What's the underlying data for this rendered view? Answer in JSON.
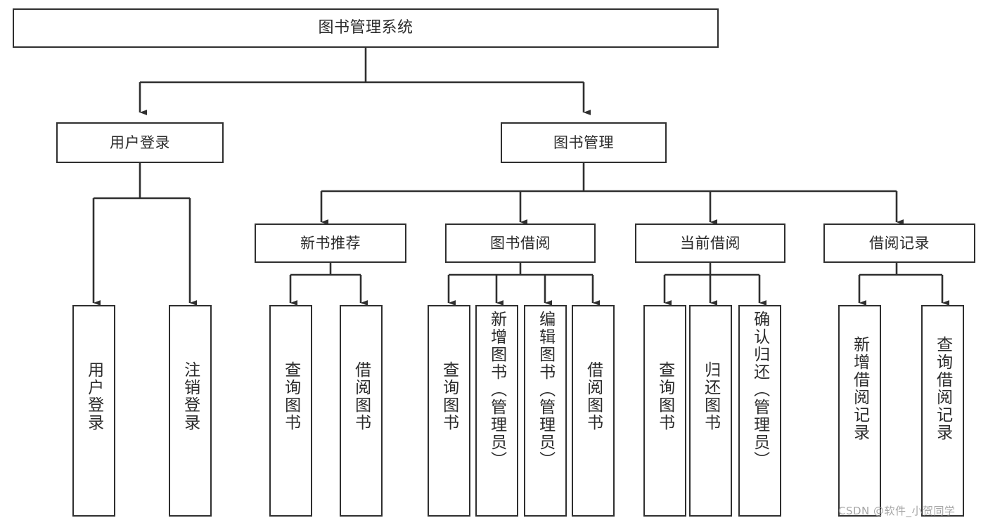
{
  "diagram": {
    "title": "图书管理系统",
    "type": "hierarchy-tree",
    "orientation": "top-down",
    "line_color": "#2f2f2f",
    "box_fill": "#ffffff",
    "text_color": "#2b2b2b",
    "root": {
      "label": "图书管理系统"
    },
    "level2": [
      {
        "label": "用户登录"
      },
      {
        "label": "图书管理"
      }
    ],
    "level3": [
      {
        "label": "新书推荐"
      },
      {
        "label": "图书借阅"
      },
      {
        "label": "当前借阅"
      },
      {
        "label": "借阅记录"
      }
    ],
    "leaves": {
      "user_login": [
        {
          "label": "用户登录"
        },
        {
          "label": "注销登录"
        }
      ],
      "new_book_recommend": [
        {
          "label": "查询图书"
        },
        {
          "label": "借阅图书"
        }
      ],
      "book_borrow": [
        {
          "label": "查询图书"
        },
        {
          "label": "新增图书（管理员）"
        },
        {
          "label": "编辑图书（管理员）"
        },
        {
          "label": "借阅图书"
        }
      ],
      "current_borrow": [
        {
          "label": "查询图书"
        },
        {
          "label": "归还图书"
        },
        {
          "label": "确认归还（管理员）"
        }
      ],
      "borrow_record": [
        {
          "label": "新增借阅记录"
        },
        {
          "label": "查询借阅记录"
        }
      ]
    }
  },
  "watermark": {
    "text": "CSDN @软件_小贺同学"
  }
}
